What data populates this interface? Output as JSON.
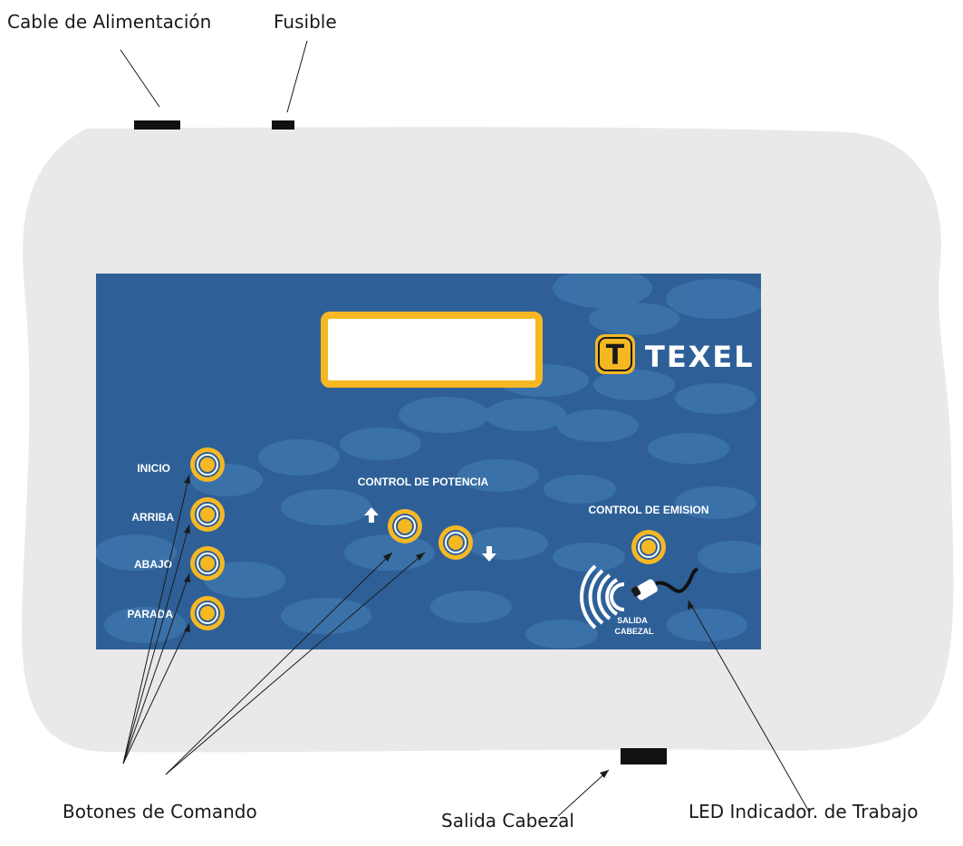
{
  "callouts": {
    "power_cable": "Cable de Alimentación",
    "fuse": "Fusible",
    "command_buttons": "Botones de Comando",
    "head_output": "Salida Cabezal",
    "work_led": "LED Indicador. de Trabajo"
  },
  "panel": {
    "brand": "TEXEL",
    "brand_mark": "T",
    "buttons": {
      "start": "INICIO",
      "up": "ARRIBA",
      "down": "ABAJO",
      "stop": "PARADA"
    },
    "power_control": "CONTROL DE POTENCIA",
    "emission_control": "CONTROL DE EMISION",
    "head_output_line1": "SALIDA",
    "head_output_line2": "CABEZAL"
  },
  "colors": {
    "panel_blue": "#2e6097",
    "panel_blob": "#3d74ad",
    "accent_yellow": "#f5b823",
    "casing": "#e9e9e9",
    "connector": "#111111"
  },
  "icons": [
    "up-arrow-icon",
    "down-arrow-icon",
    "wireless-waves-icon",
    "probe-icon",
    "texel-logo-icon"
  ]
}
